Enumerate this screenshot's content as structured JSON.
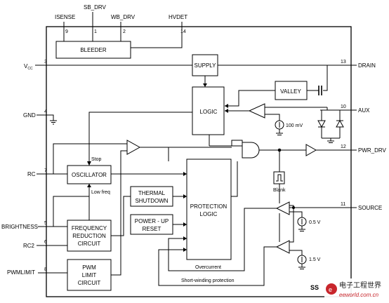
{
  "pins": {
    "isense": "ISENSE",
    "sb_drv": "SB_DRV",
    "wb_drv": "WB_DRV",
    "hvdet": "HVDET",
    "vcc_main": "V",
    "vcc_sub": "CC",
    "gnd": "GND",
    "rc": "RC",
    "brightness": "BRIGHTNESS",
    "rc2": "RC2",
    "pwmlimit": "PWMLIMIT",
    "drain": "DRAIN",
    "aux": "AUX",
    "pwr_drv": "PWR_DRV",
    "source": "SOURCE"
  },
  "pin_numbers": {
    "isense": "9",
    "sb_drv": "1",
    "wb_drv": "2",
    "hvdet": "14",
    "vcc": "3",
    "gnd": "4",
    "rc": "7",
    "brightness": "5",
    "rc2": "6",
    "pwmlimit": "8",
    "drain": "13",
    "aux": "10",
    "pwr_drv": "12",
    "source": "11"
  },
  "blocks": {
    "bleeder": "BLEEDER",
    "supply": "SUPPLY",
    "logic": "LOGIC",
    "valley": "VALLEY",
    "oscillator": "OSCILLATOR",
    "thermal": [
      "THERMAL",
      "SHUTDOWN"
    ],
    "power_up": [
      "POWER - UP",
      "RESET"
    ],
    "protection": [
      "PROTECTION",
      "LOGIC"
    ],
    "freq_red": [
      "FREQUENCY",
      "REDUCTION",
      "CIRCUIT"
    ],
    "pwm_limit": [
      "PWM",
      "LIMIT",
      "CIRCUIT"
    ]
  },
  "labels": {
    "stop": "Stop",
    "low_freq": "Low freq",
    "blank": "Blank",
    "overcurrent": "Overcurrent",
    "short_winding": "Short-winding protection",
    "v100": "100 mV",
    "v05": "0.5 V",
    "v15": "1.5 V",
    "part_number": "SS",
    "watermark_cn": "电子工程世界",
    "watermark_url": "eeworld.com.cn"
  }
}
